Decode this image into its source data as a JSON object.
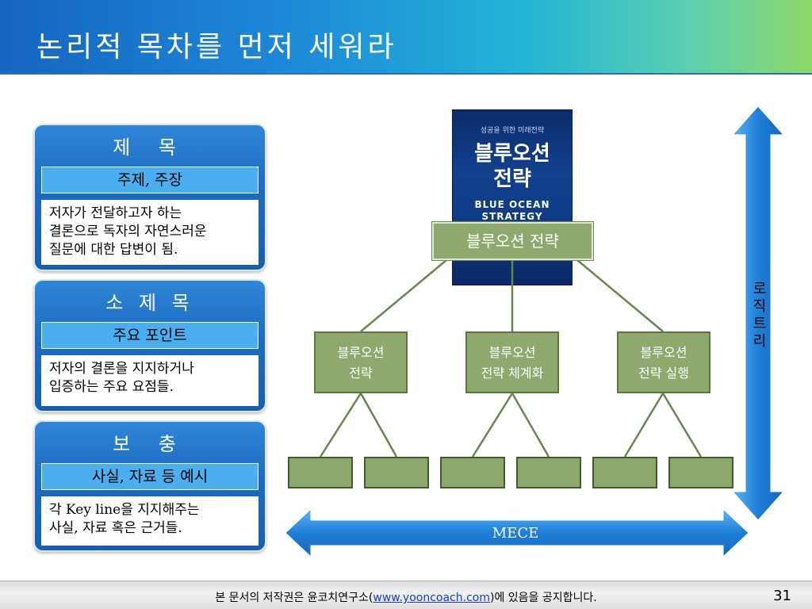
{
  "header": {
    "title": "논리적 목차를 먼저 세워라"
  },
  "panels": [
    {
      "title": "제 목",
      "sub": "주제, 주장",
      "body": [
        "저자가 전달하고자 하는",
        "결론으로 독자의 자연스러운",
        "질문에 대한 답변이 됨."
      ]
    },
    {
      "title": "소 제 목",
      "sub": "주요 포인트",
      "body": [
        "저자의 결론을 지지하거나",
        "입증하는 주요 요점들."
      ]
    },
    {
      "title": "보 충",
      "sub": "사실, 자료 등 예시",
      "body": [
        "각 Key line을 지지해주는",
        "사실, 자료 혹은 근거들."
      ]
    }
  ],
  "book": {
    "small_text": "성공을 위한 미래전략",
    "title_line1": "블루오션",
    "title_line2": "전략",
    "eng_line1": "BLUE OCEAN",
    "eng_line2": "STRATEGY"
  },
  "tree": {
    "root": "블루오션 전략",
    "children": [
      [
        "블루오션",
        "전략"
      ],
      [
        "블루오션",
        "전략 체계화"
      ],
      [
        "블루오션",
        "전략 실행"
      ]
    ]
  },
  "arrows": {
    "horizontal_label": "MECE",
    "vertical_label": [
      "로",
      "직",
      "트",
      "리"
    ],
    "color": "#1e7fd8"
  },
  "colors": {
    "header_start": "#1565c0",
    "header_end": "#8ed86a",
    "node_green": "#8ea86e",
    "panel_blue": "#1e6cc0"
  },
  "footer": {
    "text_before": "본 문서의 저작권은 윤코치연구소(",
    "link": "www.yooncoach.com",
    "text_after": ")에 있음을 공지합니다.",
    "page": "31"
  }
}
